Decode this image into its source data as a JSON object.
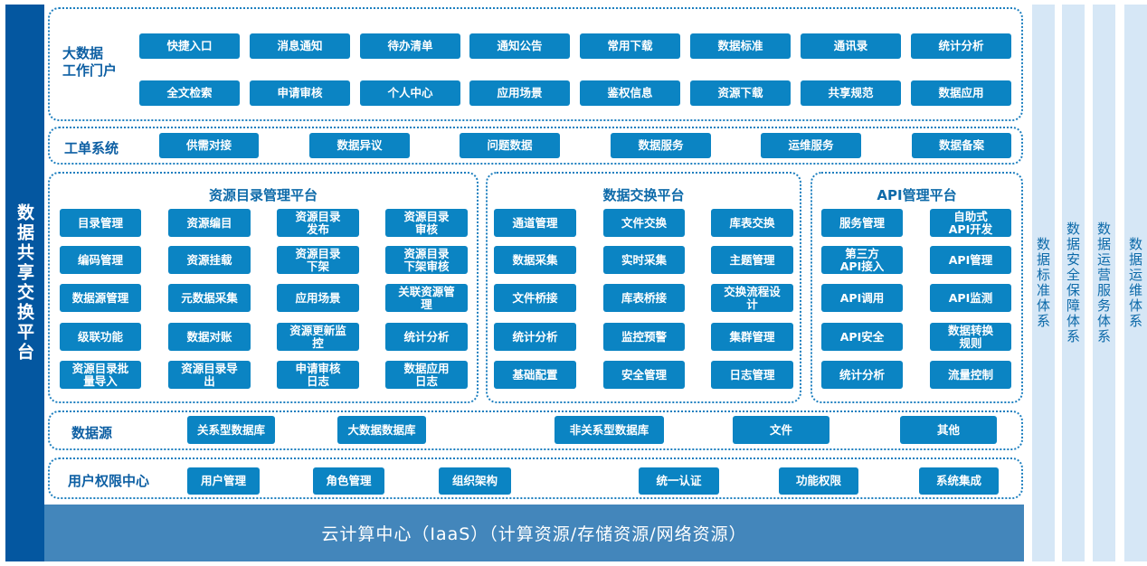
{
  "colors": {
    "left_bar": "#0457a0",
    "bottom_bar": "#4386bb",
    "side_columns": "#d6e7f6",
    "button": "#0b84c3",
    "dotted_border": "#1d7fbf",
    "label_text": "#0d5fa3"
  },
  "left_bar": {
    "title": "数据共享交换平台"
  },
  "side_columns": [
    {
      "label": "数据标准体系"
    },
    {
      "label": "数据安全保障体系"
    },
    {
      "label": "数据运营服务体系"
    },
    {
      "label": "数据运维体系"
    }
  ],
  "portal": {
    "label_line1": "大数据",
    "label_line2": "工作门户",
    "row1": [
      "快捷入口",
      "消息通知",
      "待办清单",
      "通知公告",
      "常用下载",
      "数据标准",
      "通讯录",
      "统计分析"
    ],
    "row2": [
      "全文检索",
      "申请审核",
      "个人中心",
      "应用场景",
      "鉴权信息",
      "资源下载",
      "共享规范",
      "数据应用"
    ]
  },
  "workorder": {
    "label": "工单系统",
    "items": [
      "供需对接",
      "数据异议",
      "问题数据",
      "数据服务",
      "运维服务",
      "数据备案"
    ]
  },
  "catalog_platform": {
    "title": "资源目录管理平台",
    "rows": [
      [
        "目录管理",
        "资源编目",
        "资源目录\n发布",
        "资源目录\n审核"
      ],
      [
        "编码管理",
        "资源挂载",
        "资源目录\n下架",
        "资源目录\n下架审核"
      ],
      [
        "数据源管理",
        "元数据采集",
        "应用场景",
        "关联资源管\n理"
      ],
      [
        "级联功能",
        "数据对账",
        "资源更新监\n控",
        "统计分析"
      ],
      [
        "资源目录批\n量导入",
        "资源目录导\n出",
        "申请审核\n日志",
        "数据应用\n日志"
      ]
    ]
  },
  "exchange_platform": {
    "title": "数据交换平台",
    "rows": [
      [
        "通道管理",
        "文件交换",
        "库表交换"
      ],
      [
        "数据采集",
        "实时采集",
        "主题管理"
      ],
      [
        "文件桥接",
        "库表桥接",
        "交换流程设\n计"
      ],
      [
        "统计分析",
        "监控预警",
        "集群管理"
      ],
      [
        "基础配置",
        "安全管理",
        "日志管理"
      ]
    ]
  },
  "api_platform": {
    "title": "API管理平台",
    "rows": [
      [
        "服务管理",
        "自助式\nAPI开发"
      ],
      [
        "第三方\nAPI接入",
        "API管理"
      ],
      [
        "API调用",
        "API监测"
      ],
      [
        "API安全",
        "数据转换\n规则"
      ],
      [
        "统计分析",
        "流量控制"
      ]
    ]
  },
  "datasource": {
    "label": "数据源",
    "items": [
      "关系型数据库",
      "大数据数据库",
      "非关系型数据库",
      "文件",
      "其他"
    ]
  },
  "user_center": {
    "label": "用户权限中心",
    "items": [
      "用户管理",
      "角色管理",
      "组织架构",
      "统一认证",
      "功能权限",
      "系统集成"
    ]
  },
  "cloud": {
    "label": "云计算中心（IaaS）（计算资源/存储资源/网络资源）"
  }
}
